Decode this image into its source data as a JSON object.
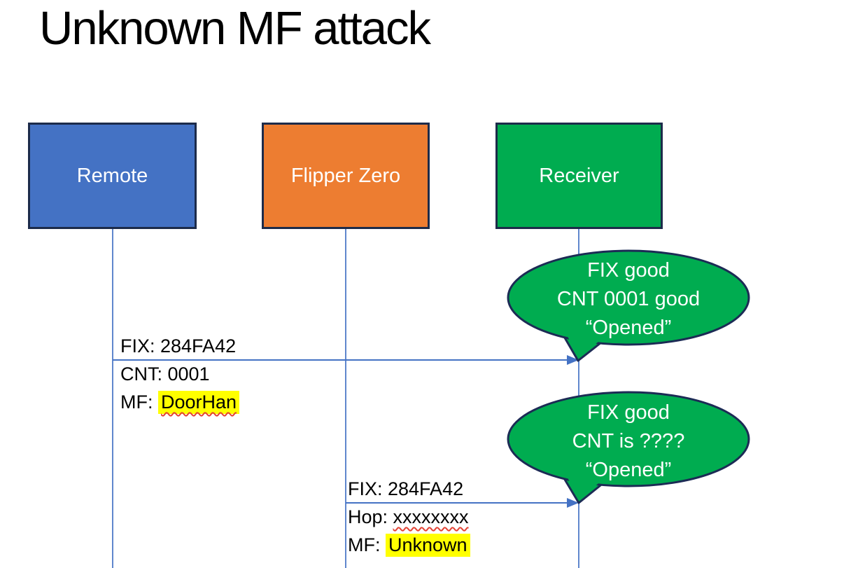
{
  "slide": {
    "title": "Unknown MF attack"
  },
  "actors": [
    {
      "id": "remote",
      "label": "Remote",
      "fill": "#4472c4"
    },
    {
      "id": "flipper",
      "label": "Flipper Zero",
      "fill": "#ed7d31"
    },
    {
      "id": "receiver",
      "label": "Receiver",
      "fill": "#00ac50"
    }
  ],
  "messages": [
    {
      "from": "Remote",
      "to": "Receiver",
      "line1": "FIX: 284FA42",
      "line2": "CNT: 0001",
      "line3_prefix": "MF: ",
      "line3_value": "DoorHan"
    },
    {
      "from": "Flipper Zero",
      "to": "Receiver",
      "line1": "FIX: 284FA42",
      "line2_prefix": "Hop: ",
      "line2_value": "xxxxxxxx",
      "line3_prefix": "MF: ",
      "line3_value": "Unknown"
    }
  ],
  "callouts": [
    {
      "line1": "FIX good",
      "line2": "CNT 0001 good",
      "line3": "“Opened”"
    },
    {
      "line1": "FIX good",
      "line2": "CNT is ????",
      "line3": "“Opened”"
    }
  ],
  "colors": {
    "actor_border": "#1c2b4a",
    "lifeline_arrow_blue": "#4472c4",
    "callout_fill": "#00ac50",
    "callout_border": "#1c2b55",
    "highlight_yellow": "#ffff00",
    "squiggle_red": "#e34234",
    "text_black": "#000000",
    "text_white": "#ffffff",
    "background": "#ffffff"
  }
}
